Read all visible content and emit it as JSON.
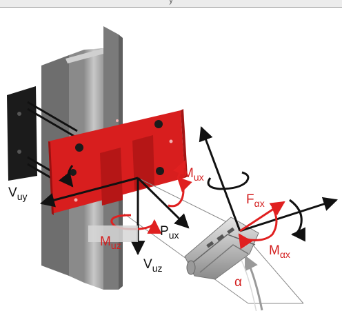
{
  "header": {
    "title_fragment": "y"
  },
  "labels": {
    "vuy": {
      "main": "V",
      "sub": "uy"
    },
    "mux": {
      "main": "M",
      "sub": "ux"
    },
    "fax": {
      "main": "F",
      "sub": "αx"
    },
    "pux": {
      "main": "P",
      "sub": "ux"
    },
    "muz": {
      "main": "M",
      "sub": "uz"
    },
    "vuz": {
      "main": "V",
      "sub": "uz"
    },
    "max": {
      "main": "M",
      "sub": "αx"
    },
    "alpha": {
      "main": "α"
    }
  },
  "colors": {
    "steel_light": "#a7a7a7",
    "steel_dark": "#6f6f6f",
    "plate_red": "#d81e1e",
    "back_plate": "#1b1b1b",
    "arrow_black": "#111111",
    "arrow_red": "#e02020",
    "label_red": "#d31f1f"
  }
}
